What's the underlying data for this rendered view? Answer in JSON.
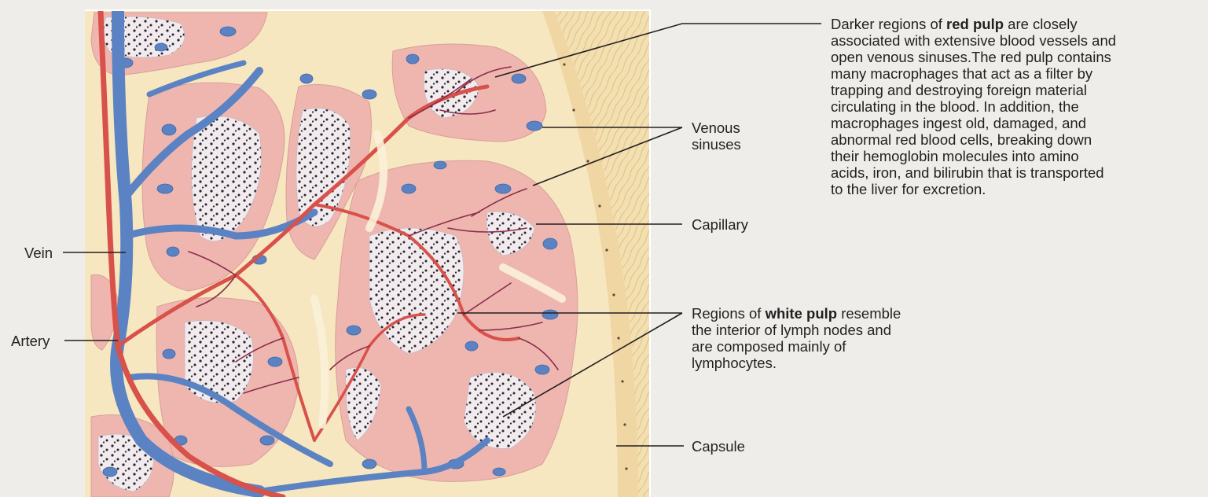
{
  "colors": {
    "background": "#efedea",
    "capsule": "#f3dfb0",
    "trabecula": "#f6e7c0",
    "red_pulp": "#efb6b0",
    "white_pulp": "#f1ebee",
    "vein": "#5b82c2",
    "artery": "#d8514a",
    "capillary": "#8a2d4b",
    "leader": "#231f20"
  },
  "labels": {
    "vein": "Vein",
    "artery": "Artery",
    "venous_sinuses_line1": "Venous",
    "venous_sinuses_line2": "sinuses",
    "capillary": "Capillary",
    "capsule": "Capsule"
  },
  "red_pulp_note": {
    "lead": "Darker regions of ",
    "bold": "red pulp",
    "rest_lines": [
      "associated with extensive blood vessels and",
      "open venous sinuses.The red pulp contains",
      "many macrophages that act as a filter by",
      "trapping and destroying foreign material",
      "circulating in the blood. In addition, the",
      "macrophages ingest old, damaged, and",
      "abnormal red blood cells, breaking down",
      "their hemoglobin molecules into amino",
      "acids, iron, and bilirubin that is transported",
      "to the liver for excretion."
    ],
    "line1_tail": " are closely"
  },
  "white_pulp_note": {
    "lead": "Regions of ",
    "bold": "white pulp",
    "line1_tail": " resemble",
    "rest_lines": [
      "the interior of lymph nodes and",
      "are composed mainly of",
      "lymphocytes."
    ]
  }
}
